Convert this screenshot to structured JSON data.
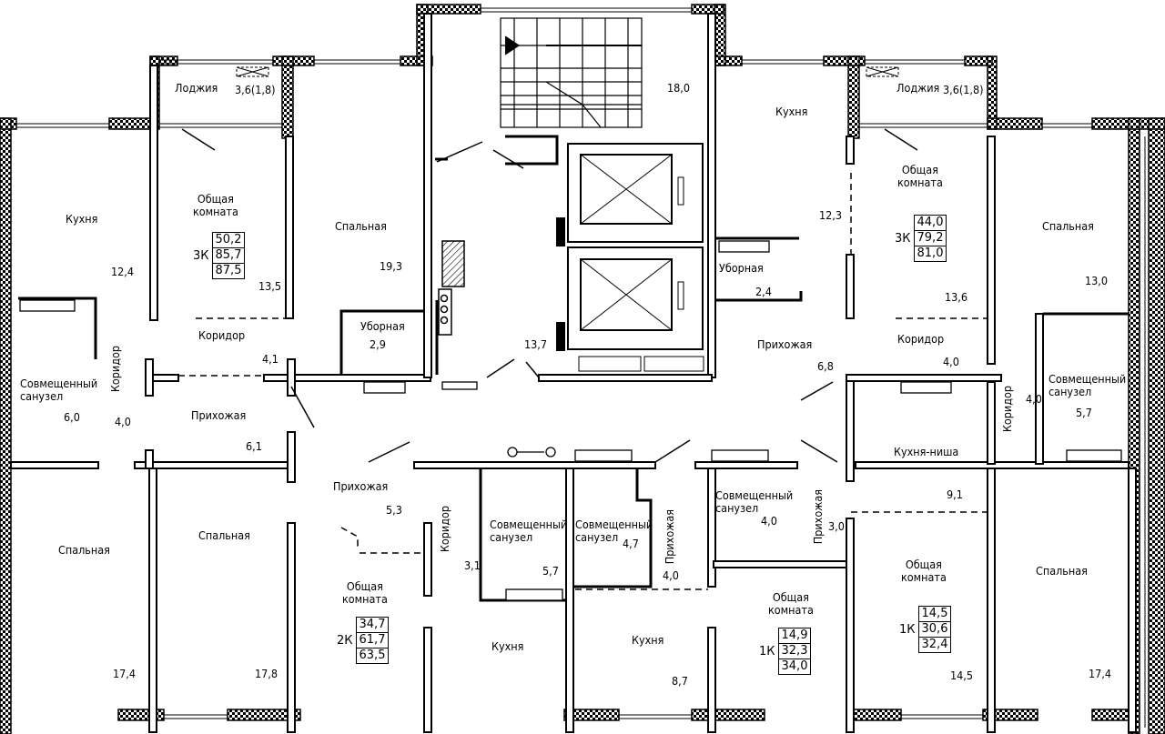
{
  "rooms": {
    "loggia_l": "Лоджия",
    "loggia_l_area": "3,6(1,8)",
    "loggia_r": "Лоджия",
    "loggia_r_area": "3,6(1,8)",
    "stair_area": "18,0",
    "kitchen_tl": "Кухня",
    "kitchen_tl_area": "12,4",
    "common_3k_l": "Общая\nкомната",
    "common_3k_l_area": "13,5",
    "bed_tc": "Спальная",
    "bed_tc_area": "19,3",
    "wc_tc": "Уборная",
    "wc_tc_area": "2,9",
    "corr_3k_l": "Коридор",
    "corr_3k_l_area": "4,1",
    "corr_v_l": "Коридор",
    "bath_l": "Совмещенный\nсанузел",
    "bath_l_area": "6,0",
    "corr_v_l_area": "4,0",
    "hall_3k_l": "Прихожая",
    "hall_3k_l_area": "6,1",
    "hall_center_area": "13,7",
    "kitchen_tr": "Кухня",
    "kitchen_tr_area": "12,3",
    "common_3k_r": "Общая\nкомната",
    "common_3k_r_area": "13,6",
    "wc_tr": "Уборная",
    "wc_tr_area": "2,4",
    "hall_3k_r": "Прихожая",
    "hall_3k_r_area": "6,8",
    "corr_3k_r": "Коридор",
    "corr_3k_r_area": "4,0",
    "bed_tr": "Спальная",
    "bed_tr_area": "13,0",
    "bath_r": "Совмещенный\nсанузел",
    "bath_r_area": "5,7",
    "corr_v_r": "Коридор",
    "corr_v_r_area": "4,0",
    "bed_bl": "Спальная",
    "bed_bl_area": "17,4",
    "bed_2k": "Спальная",
    "bed_2k_area": "17,8",
    "hall_2k": "Прихожая",
    "hall_2k_area": "5,3",
    "common_2k": "Общая\nкомната",
    "corr_v_2k": "Коридор",
    "corr_v_2k_area": "3,1",
    "bath_2k": "Совмещенный\nсанузел",
    "bath_2k_area": "5,7",
    "kitchen_2k": "Кухня",
    "bath_1k_l": "Совмещенный\nсанузел",
    "bath_1k_l_area": "4,7",
    "hall_v_1k_l": "Прихожая",
    "hall_v_1k_l_area": "4,0",
    "kitchen_1k_l": "Кухня",
    "kitchen_1k_l_area": "8,7",
    "bath_1k_r": "Совмещенный\nсанузел",
    "bath_1k_r_area": "4,0",
    "hall_v_1k_r": "Прихожая",
    "hall_v_1k_r_area": "3,0",
    "common_1k_c": "Общая\nкомната",
    "kitchen_niche": "Кухня-ниша",
    "kitchen_niche_area": "9,1",
    "common_1k_r": "Общая\nкомната",
    "common_1k_r_area": "14,5",
    "bed_br": "Спальная",
    "bed_br_area": "17,4"
  },
  "apartments": {
    "a3k_left": {
      "rooms": "3К",
      "living": "50,2",
      "total": "85,7",
      "total_loggia": "87,5"
    },
    "a3k_right": {
      "rooms": "3К",
      "living": "44,0",
      "total": "79,2",
      "total_loggia": "81,0"
    },
    "a2k": {
      "rooms": "2К",
      "living": "34,7",
      "total": "61,7",
      "total_loggia": "63,5"
    },
    "a1k_center": {
      "rooms": "1К",
      "living": "14,9",
      "total": "32,3",
      "total_loggia": "34,0"
    },
    "a1k_right": {
      "rooms": "1К",
      "living": "14,5",
      "total": "30,6",
      "total_loggia": "32,4"
    }
  }
}
